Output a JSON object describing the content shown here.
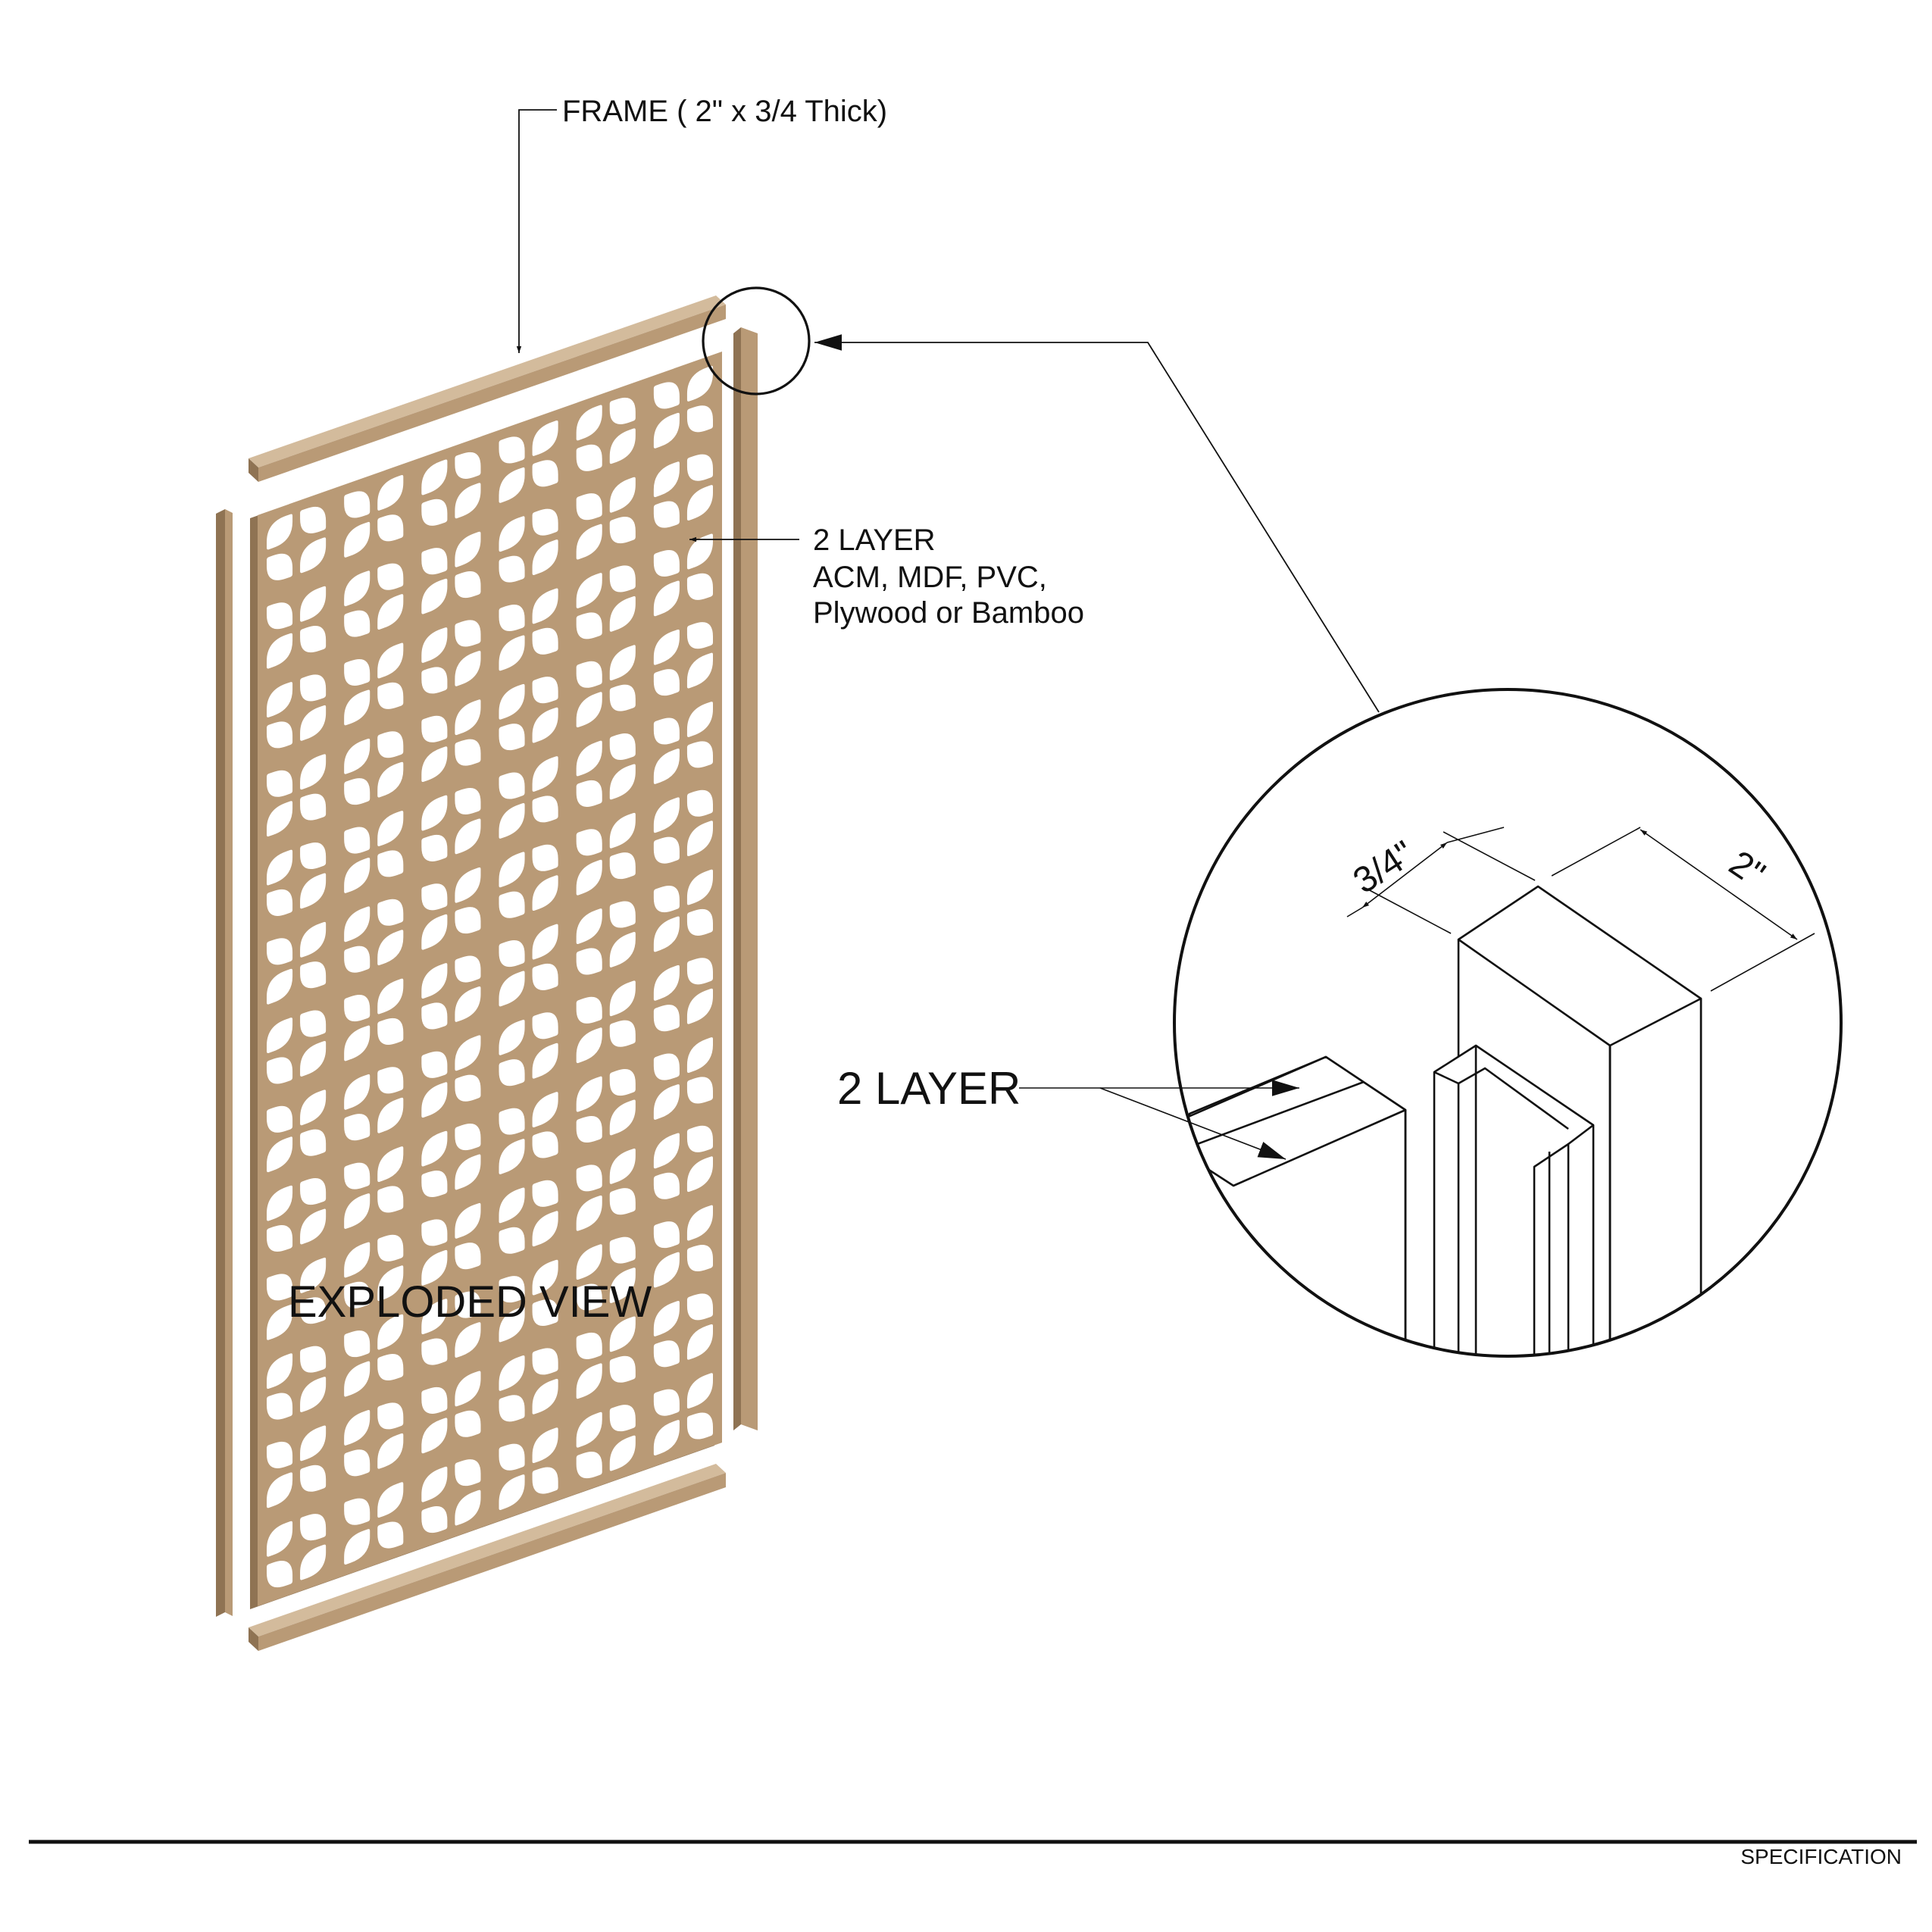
{
  "labels": {
    "frame": "FRAME ( 2\" x 3/4 Thick)",
    "layer_heading": "2 LAYER",
    "layer_material_1": "ACM, MDF, PVC,",
    "layer_material_2": "Plywood or Bamboo",
    "detail_layer": "2 LAYER",
    "dim_thickness": "3/4\"",
    "dim_width": "2\"",
    "view_title": "EXPLODED VIEW",
    "sheet_footer": "SPECIFICATION"
  },
  "pattern": {
    "columns": 6,
    "rows": 13
  },
  "colors": {
    "wood": "#b99a76",
    "wood_dark": "#8f7353",
    "wood_light": "#d3bb9c",
    "ink": "#111111"
  }
}
